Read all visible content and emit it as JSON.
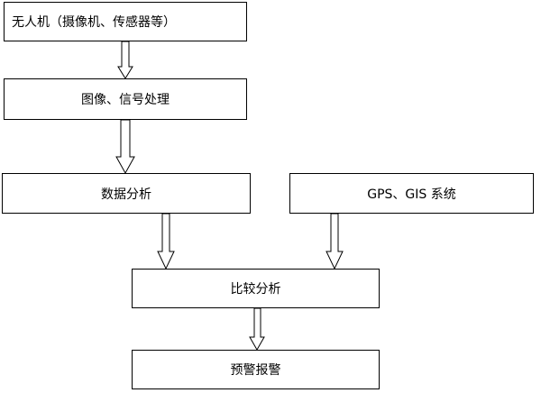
{
  "diagram": {
    "nodes": [
      {
        "id": "uav",
        "label": "无人机（摄像机、传感器等）"
      },
      {
        "id": "proc",
        "label": "图像、信号处理"
      },
      {
        "id": "analysis",
        "label": "数据分析"
      },
      {
        "id": "gps",
        "label": "GPS、GIS 系统"
      },
      {
        "id": "compare",
        "label": "比较分析"
      },
      {
        "id": "alarm",
        "label": "预警报警"
      }
    ],
    "edges": [
      {
        "from": "uav",
        "to": "proc"
      },
      {
        "from": "proc",
        "to": "analysis"
      },
      {
        "from": "analysis",
        "to": "compare"
      },
      {
        "from": "gps",
        "to": "compare"
      },
      {
        "from": "compare",
        "to": "alarm"
      }
    ]
  }
}
